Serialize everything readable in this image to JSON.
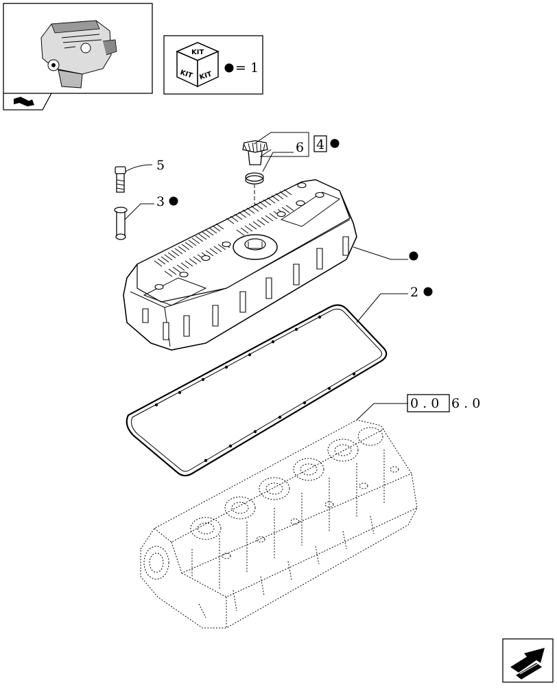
{
  "kit_legend": {
    "kit_text_top": "KIT",
    "kit_text_left": "KIT",
    "kit_text_right": "KIT",
    "equals_text": "= 1"
  },
  "callouts": {
    "c5": "5",
    "c6": "6",
    "c4": "4",
    "c3": "3",
    "c2": "2"
  },
  "reference": {
    "boxed": "0 . 0",
    "rest": "6 . 0"
  },
  "icons": {
    "thumbnail": "engine-thumbnail-icon",
    "nav_small": "navigate-arrow-small-icon",
    "nav_next": "next-page-arrow-icon",
    "kit": "kit-box-icon",
    "kit_marker": "filled-dot-icon"
  },
  "colors": {
    "line": "#000000",
    "background": "#ffffff"
  }
}
